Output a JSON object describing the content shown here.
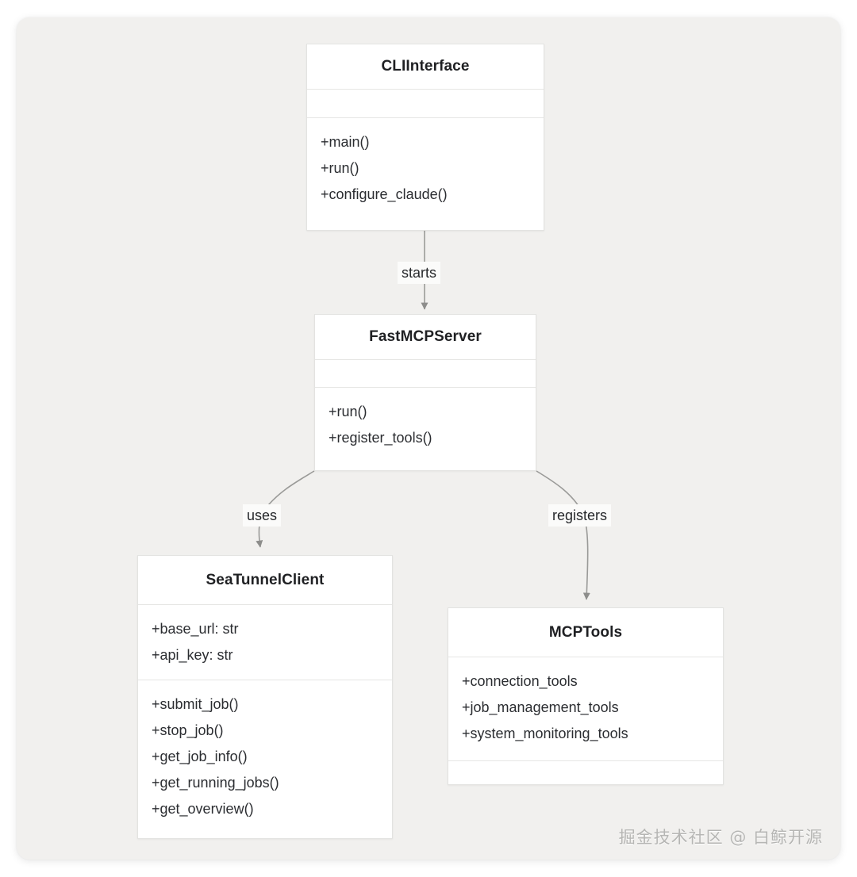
{
  "diagram": {
    "type": "uml-class-diagram",
    "background_color": "#f1f0ee",
    "box_color": "#ffffff",
    "border_color": "#e3e3e1",
    "edge_color": "#9a9a98",
    "text_color": "#2b2d31",
    "classes": [
      {
        "id": "cli-interface",
        "name": "CLIInterface",
        "attributes": [],
        "methods": [
          "+main()",
          "+run()",
          "+configure_claude()"
        ]
      },
      {
        "id": "fastmcp-server",
        "name": "FastMCPServer",
        "attributes": [],
        "methods": [
          "+run()",
          "+register_tools()"
        ]
      },
      {
        "id": "seatunnel-client",
        "name": "SeaTunnelClient",
        "attributes": [
          "+base_url: str",
          "+api_key: str"
        ],
        "methods": [
          "+submit_job()",
          "+stop_job()",
          "+get_job_info()",
          "+get_running_jobs()",
          "+get_overview()"
        ]
      },
      {
        "id": "mcp-tools",
        "name": "MCPTools",
        "attributes": [
          "+connection_tools",
          "+job_management_tools",
          "+system_monitoring_tools"
        ],
        "methods": []
      }
    ],
    "relations": [
      {
        "id": "starts",
        "from": "cli-interface",
        "to": "fastmcp-server",
        "label": "starts"
      },
      {
        "id": "uses",
        "from": "fastmcp-server",
        "to": "seatunnel-client",
        "label": "uses"
      },
      {
        "id": "registers",
        "from": "fastmcp-server",
        "to": "mcp-tools",
        "label": "registers"
      }
    ]
  },
  "watermark": {
    "text": "掘金技术社区 @ 白鲸开源"
  }
}
